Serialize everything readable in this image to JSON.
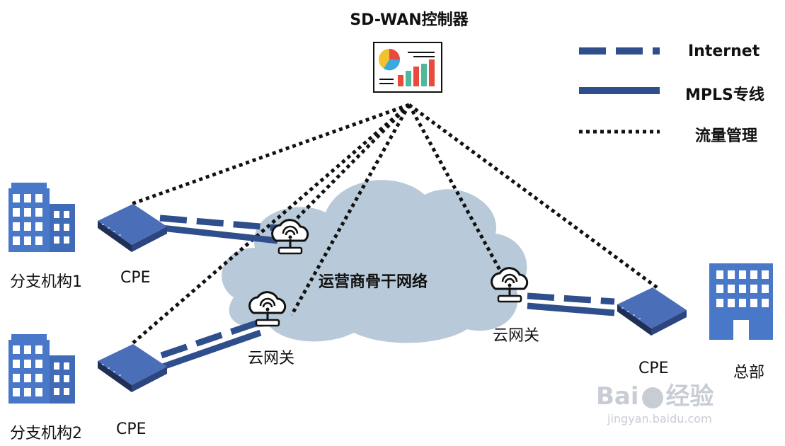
{
  "title": "SD-WAN控制器",
  "legend": {
    "internet": "Internet",
    "mpls": "MPLS专线",
    "traffic": "流量管理"
  },
  "backbone": "运营商骨干网络",
  "branch1": {
    "name": "分支机构1",
    "cpe": "CPE"
  },
  "branch2": {
    "name": "分支机构2",
    "cpe": "CPE"
  },
  "hq": {
    "name": "总部",
    "cpe": "CPE"
  },
  "gateway_label": "云网关",
  "watermark": {
    "brand": "Bai",
    "brand2": "经验",
    "url": "jingyan.baidu.com"
  },
  "colors": {
    "line_blue": "#2f4e8c",
    "building_blue": "#4a78c9",
    "cloud": "#b8cad9",
    "dotted": "#111111"
  }
}
